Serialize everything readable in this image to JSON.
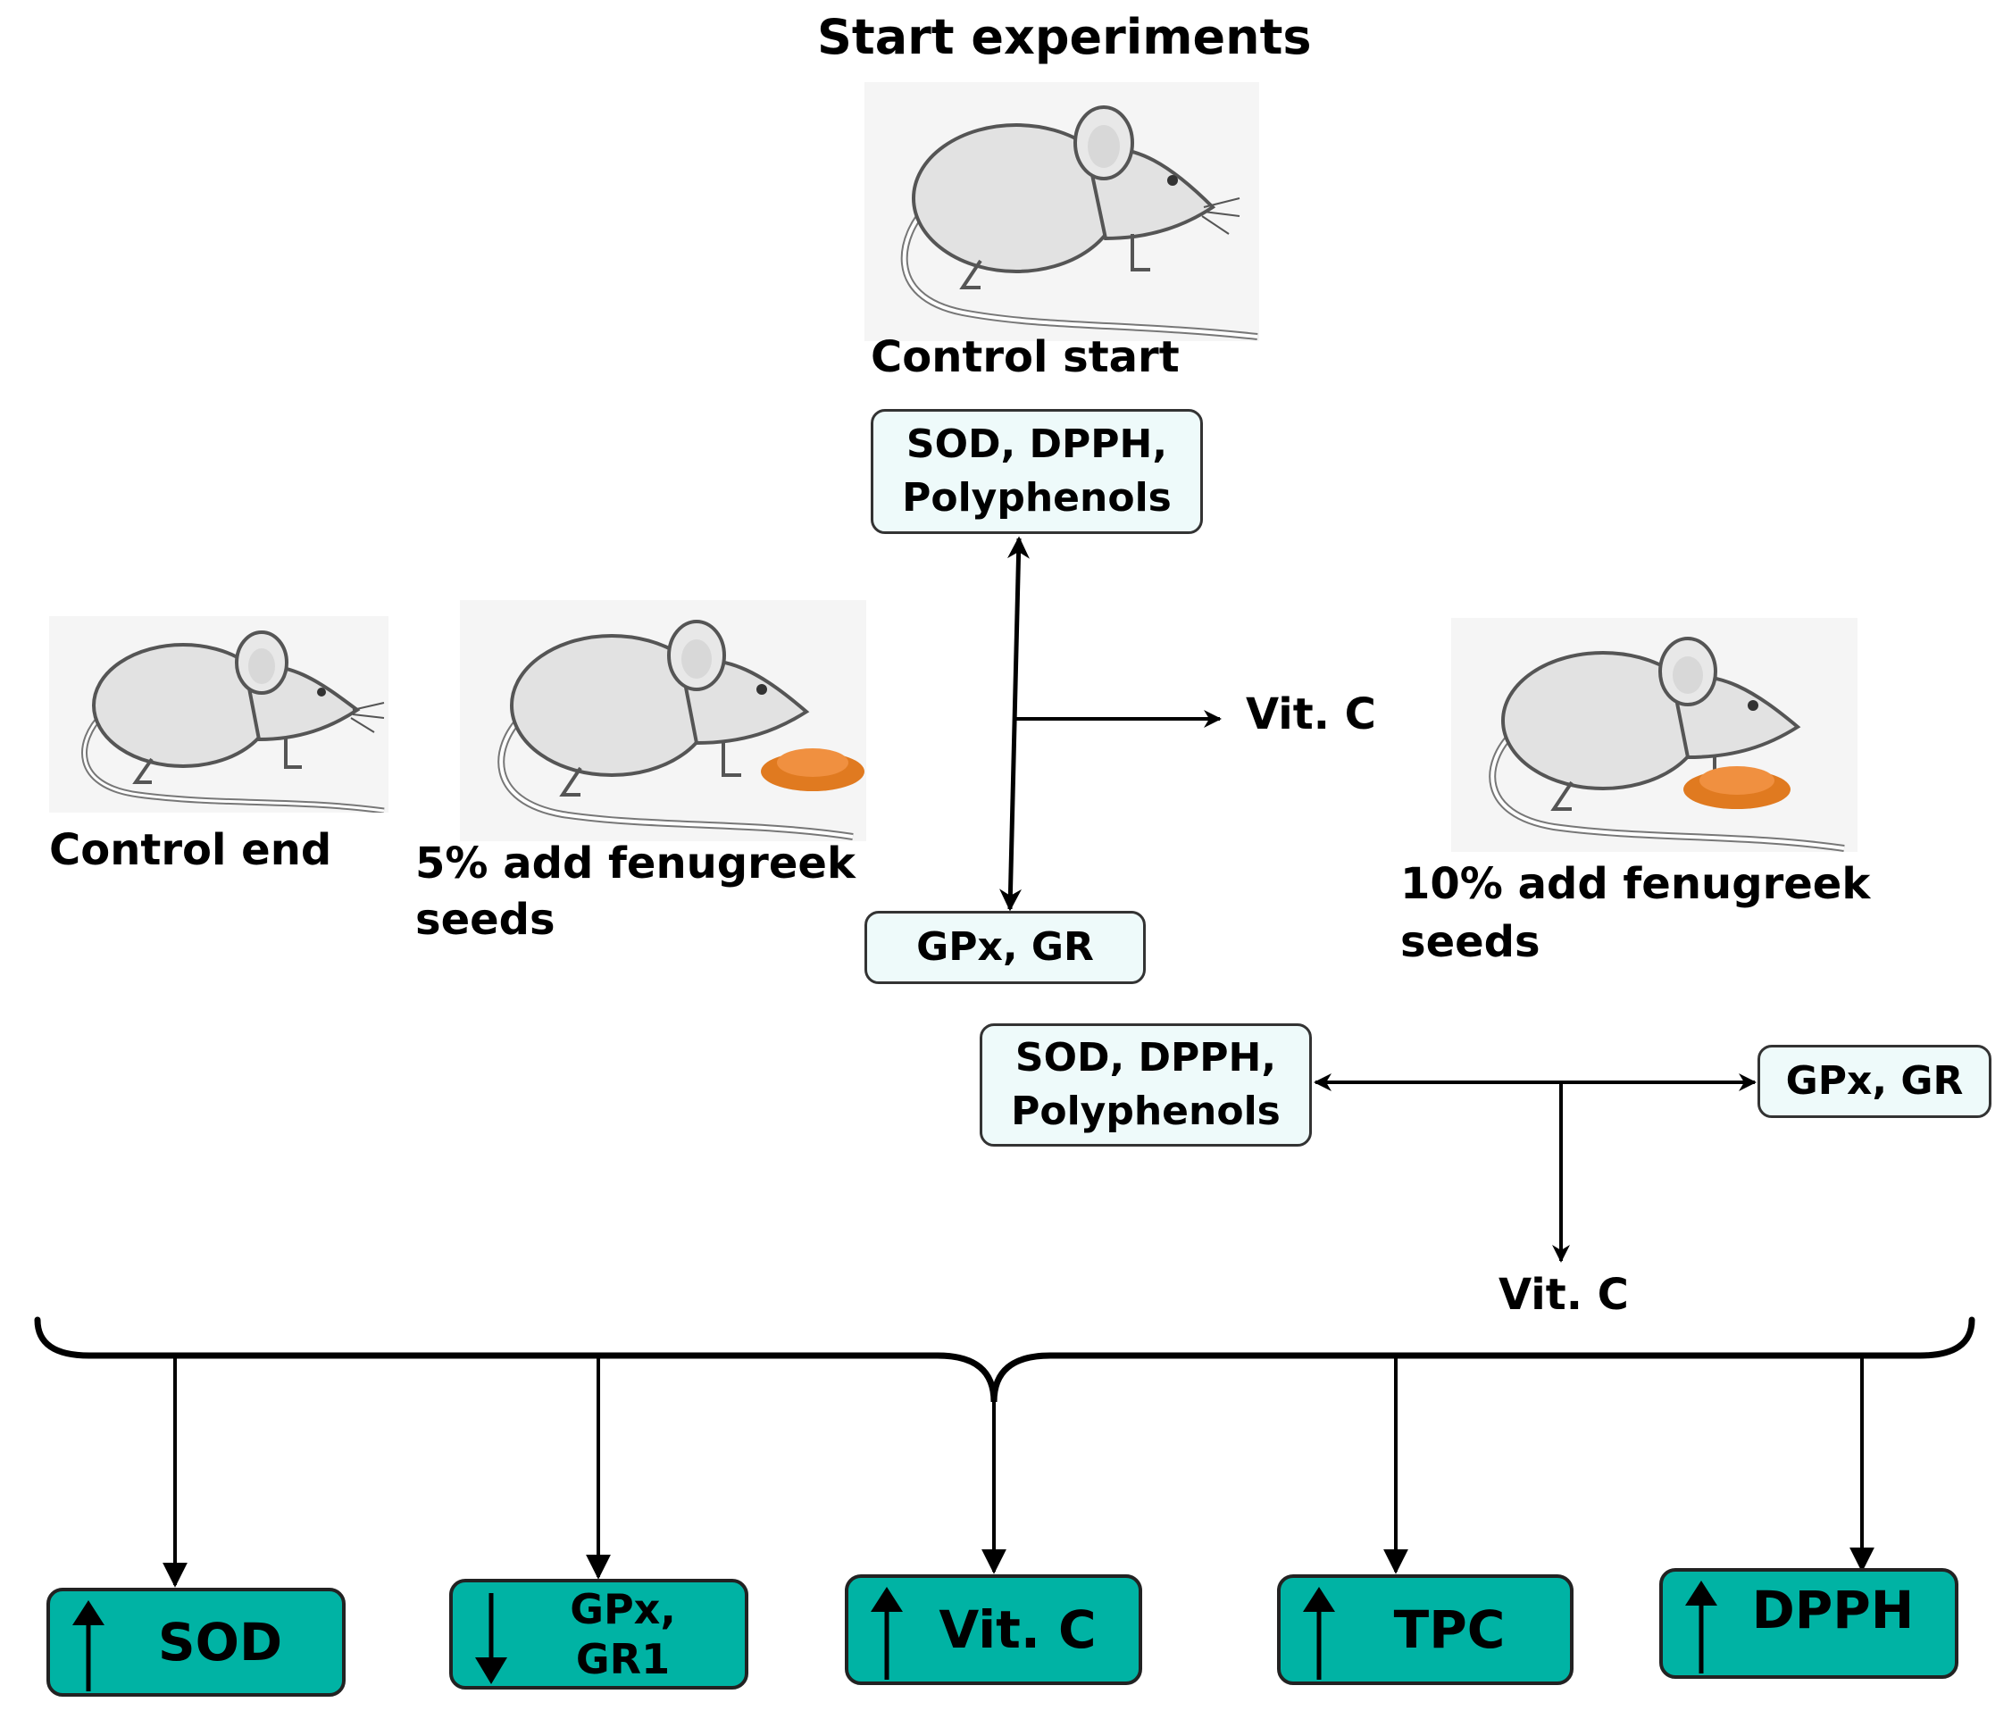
{
  "title": "Start experiments",
  "groups": {
    "control_start": "Control start",
    "control_end": "Control end",
    "five_pct": {
      "line1": "5% add fenugreek",
      "line2": "seeds"
    },
    "ten_pct": {
      "line1": "10% add fenugreek",
      "line2": "seeds"
    }
  },
  "flow": {
    "top_box": {
      "line1": "SOD, DPPH,",
      "line2": "Polyphenols"
    },
    "mid_box": "GPx, GR",
    "mid_vitc": "Vit. C",
    "low_box": {
      "line1": "SOD, DPPH,",
      "line2": "Polyphenols"
    },
    "low_right_box": "GPx, GR",
    "low_vitc": "Vit. C"
  },
  "outcomes": [
    {
      "label": "SOD",
      "direction": "up"
    },
    {
      "label": "GPx, GR1",
      "line1": "GPx,",
      "line2": "GR1",
      "direction": "down"
    },
    {
      "label": "Vit. C",
      "direction": "up"
    },
    {
      "label": "TPC",
      "direction": "up"
    },
    {
      "label": "DPPH",
      "direction": "up"
    }
  ],
  "colors": {
    "outcome_fill": "#00b3a4",
    "box_fill": "#eefafa",
    "seed": "#e07a20"
  }
}
